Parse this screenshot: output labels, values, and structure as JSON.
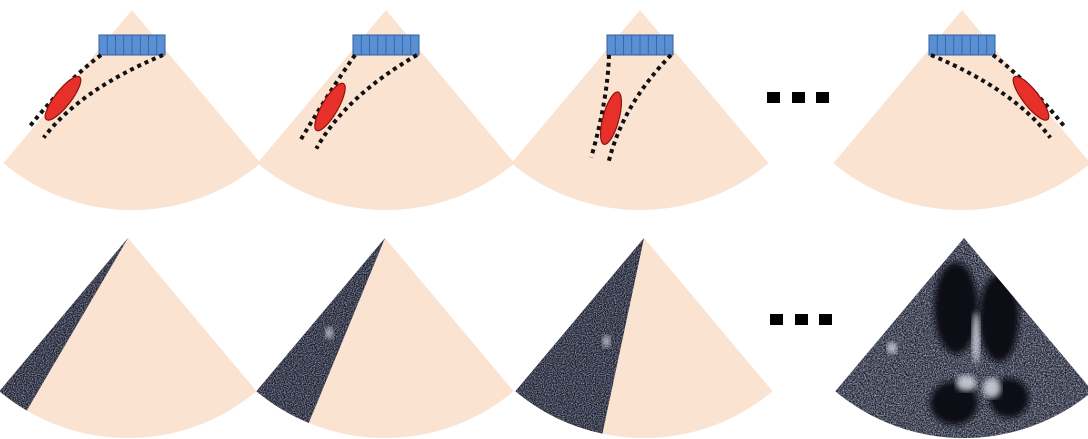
{
  "colors": {
    "sector_fill": "#fbe3d2",
    "probe_fill": "#5b8fd3",
    "probe_stroke": "#2f5f9e",
    "ellipse_fill": "#e8302a",
    "ellipse_stroke": "#8a1410",
    "beam_stroke": "#111111",
    "ultrasound_dark": "#15192a",
    "ultrasound_light": "#c9cbd6",
    "ellipsis_dots": "#000000"
  },
  "icons": {
    "probe": "linear-array-probe-icon",
    "target": "focal-point-ellipse-icon",
    "continuation": "ellipsis-dots-icon"
  },
  "top_row": {
    "frames": [
      {
        "steer_angle_deg": -38,
        "sector": "beam-steering-frame-1"
      },
      {
        "steer_angle_deg": -30,
        "sector": "beam-steering-frame-2"
      },
      {
        "steer_angle_deg": -15,
        "sector": "beam-steering-frame-3"
      },
      {
        "steer_angle_deg": 38,
        "sector": "beam-steering-frame-n"
      }
    ],
    "has_ellipsis": true
  },
  "bottom_row": {
    "frames": [
      {
        "scanned_fraction": 0.12,
        "sector": "image-build-frame-1"
      },
      {
        "scanned_fraction": 0.22,
        "sector": "image-build-frame-2"
      },
      {
        "scanned_fraction": 0.35,
        "sector": "image-build-frame-3"
      },
      {
        "scanned_fraction": 1.0,
        "sector": "image-build-frame-n"
      }
    ],
    "has_ellipsis": true
  }
}
